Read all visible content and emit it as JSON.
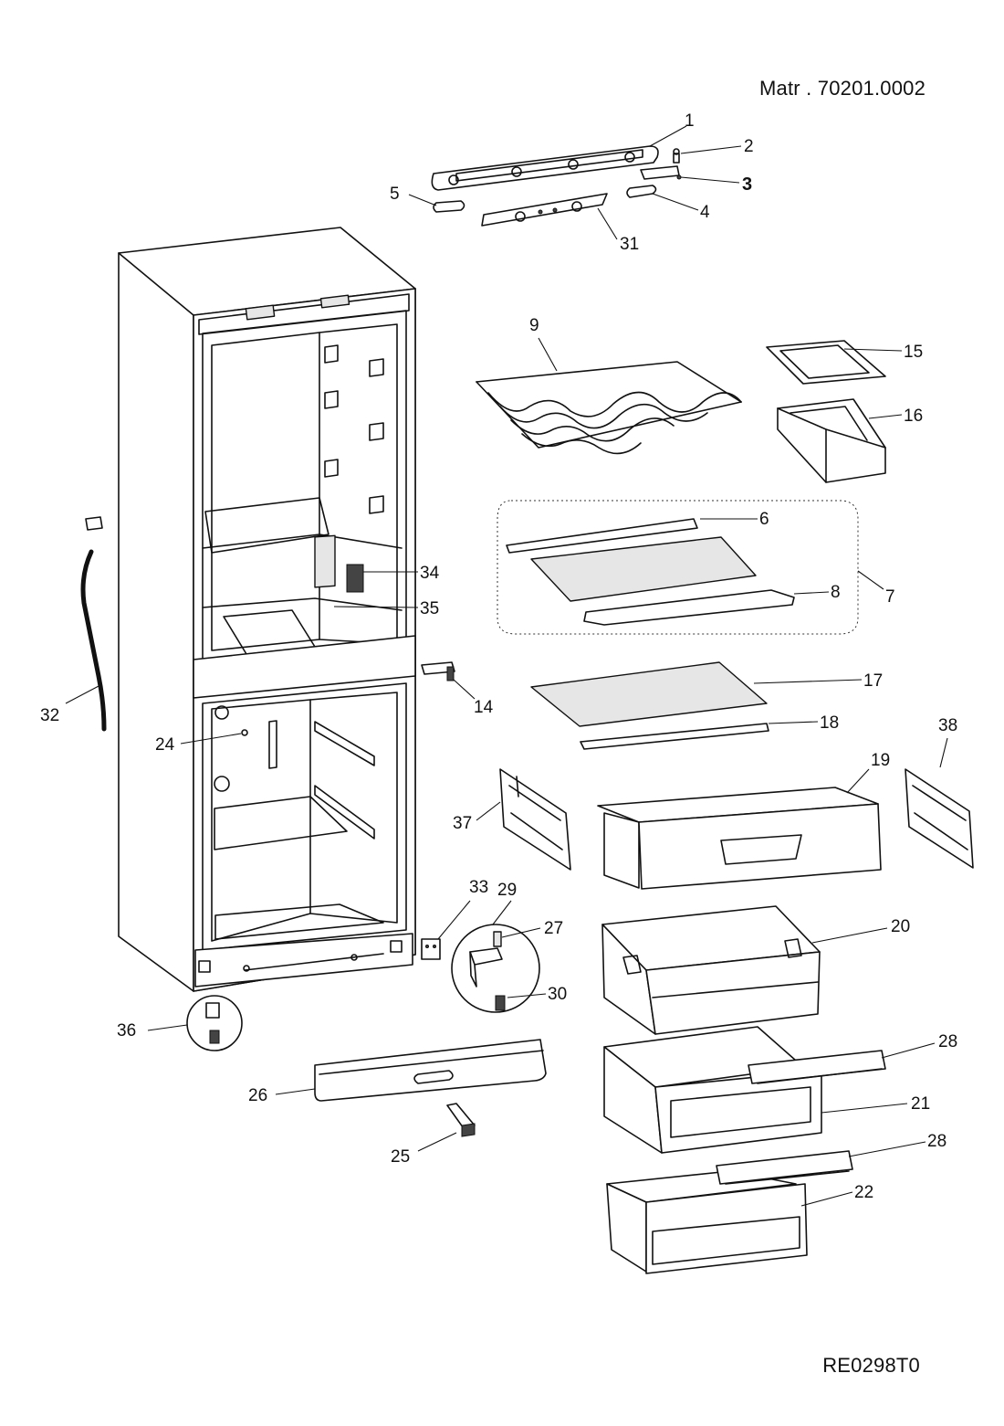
{
  "header": {
    "matr": "Matr . 70201.0002"
  },
  "footer": {
    "ref": "RE0298T0"
  },
  "parts": [
    {
      "n": "1"
    },
    {
      "n": "2"
    },
    {
      "n": "3",
      "bold": true
    },
    {
      "n": "4"
    },
    {
      "n": "5"
    },
    {
      "n": "31"
    },
    {
      "n": "9"
    },
    {
      "n": "15"
    },
    {
      "n": "16"
    },
    {
      "n": "6"
    },
    {
      "n": "8"
    },
    {
      "n": "7"
    },
    {
      "n": "34"
    },
    {
      "n": "35"
    },
    {
      "n": "14"
    },
    {
      "n": "17"
    },
    {
      "n": "18"
    },
    {
      "n": "38"
    },
    {
      "n": "19"
    },
    {
      "n": "37"
    },
    {
      "n": "32"
    },
    {
      "n": "24"
    },
    {
      "n": "33"
    },
    {
      "n": "29"
    },
    {
      "n": "27"
    },
    {
      "n": "20"
    },
    {
      "n": "30"
    },
    {
      "n": "36"
    },
    {
      "n": "28"
    },
    {
      "n": "26"
    },
    {
      "n": "21"
    },
    {
      "n": "25"
    },
    {
      "n": "28"
    },
    {
      "n": "22"
    }
  ]
}
